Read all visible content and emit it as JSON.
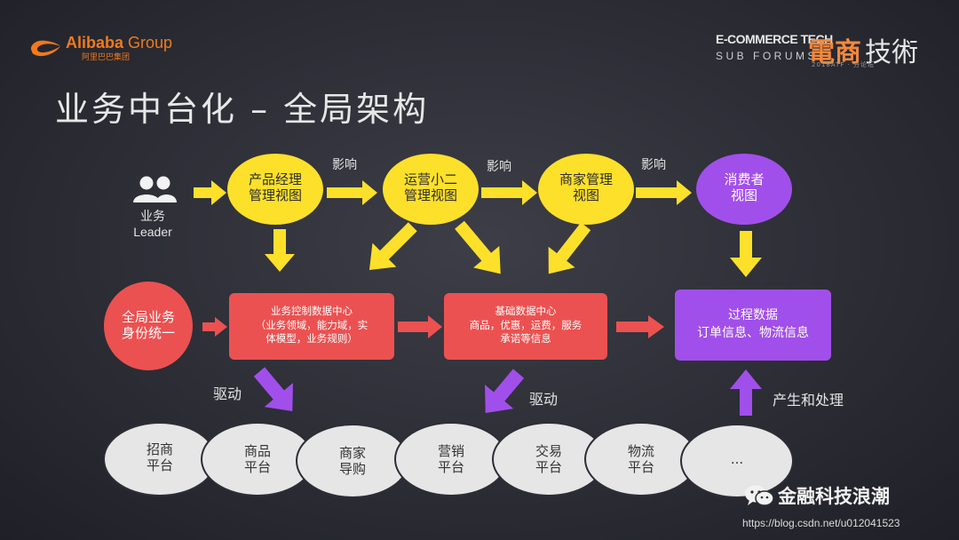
{
  "header": {
    "logo_text": "Alibaba",
    "logo_group": "Group",
    "logo_sub": "阿里巴巴集团",
    "forum_line1": "E-COMMERCE TECH",
    "forum_line2": "SUB FORUMS",
    "forum_cn_1": "電商",
    "forum_cn_2": "技術",
    "forum_date": "2018ATF · 分论坛"
  },
  "title": "业务中台化 – 全局架构",
  "actor": {
    "line1": "业务",
    "line2": "Leader"
  },
  "views": [
    {
      "line1": "产品经理",
      "line2": "管理视图"
    },
    {
      "line1": "运营小二",
      "line2": "管理视图"
    },
    {
      "line1": "商家管理",
      "line2": "视图"
    },
    {
      "line1": "消费者",
      "line2": "视图"
    }
  ],
  "influence_label": "影响",
  "identity": {
    "line1": "全局业务",
    "line2": "身份统一"
  },
  "control_center": {
    "line1": "业务控制数据中心",
    "line2": "（业务领域，能力域，实",
    "line3": "体模型，业务规则）"
  },
  "base_center": {
    "line1": "基础数据中心",
    "line2": "商品，优惠，运费，服务",
    "line3": "承诺等信息"
  },
  "process_data": {
    "line1": "过程数据",
    "line2": "订单信息、物流信息"
  },
  "drive_label": "驱动",
  "produce_label": "产生和处理",
  "platforms": [
    {
      "line1": "招商",
      "line2": "平台"
    },
    {
      "line1": "商品",
      "line2": "平台"
    },
    {
      "line1": "商家",
      "line2": "导购"
    },
    {
      "line1": "营销",
      "line2": "平台"
    },
    {
      "line1": "交易",
      "line2": "平台"
    },
    {
      "line1": "物流",
      "line2": "平台"
    },
    {
      "line1": "...",
      "line2": ""
    }
  ],
  "watermark": {
    "name": "金融科技浪潮",
    "url": "https://blog.csdn.net/u012041523"
  },
  "colors": {
    "yellow": "#fde02a",
    "purple": "#a14fea",
    "red": "#ec5151",
    "salmon": "#ee5a5a",
    "grey": "#e6e6e6",
    "orange": "#f07a1c"
  }
}
